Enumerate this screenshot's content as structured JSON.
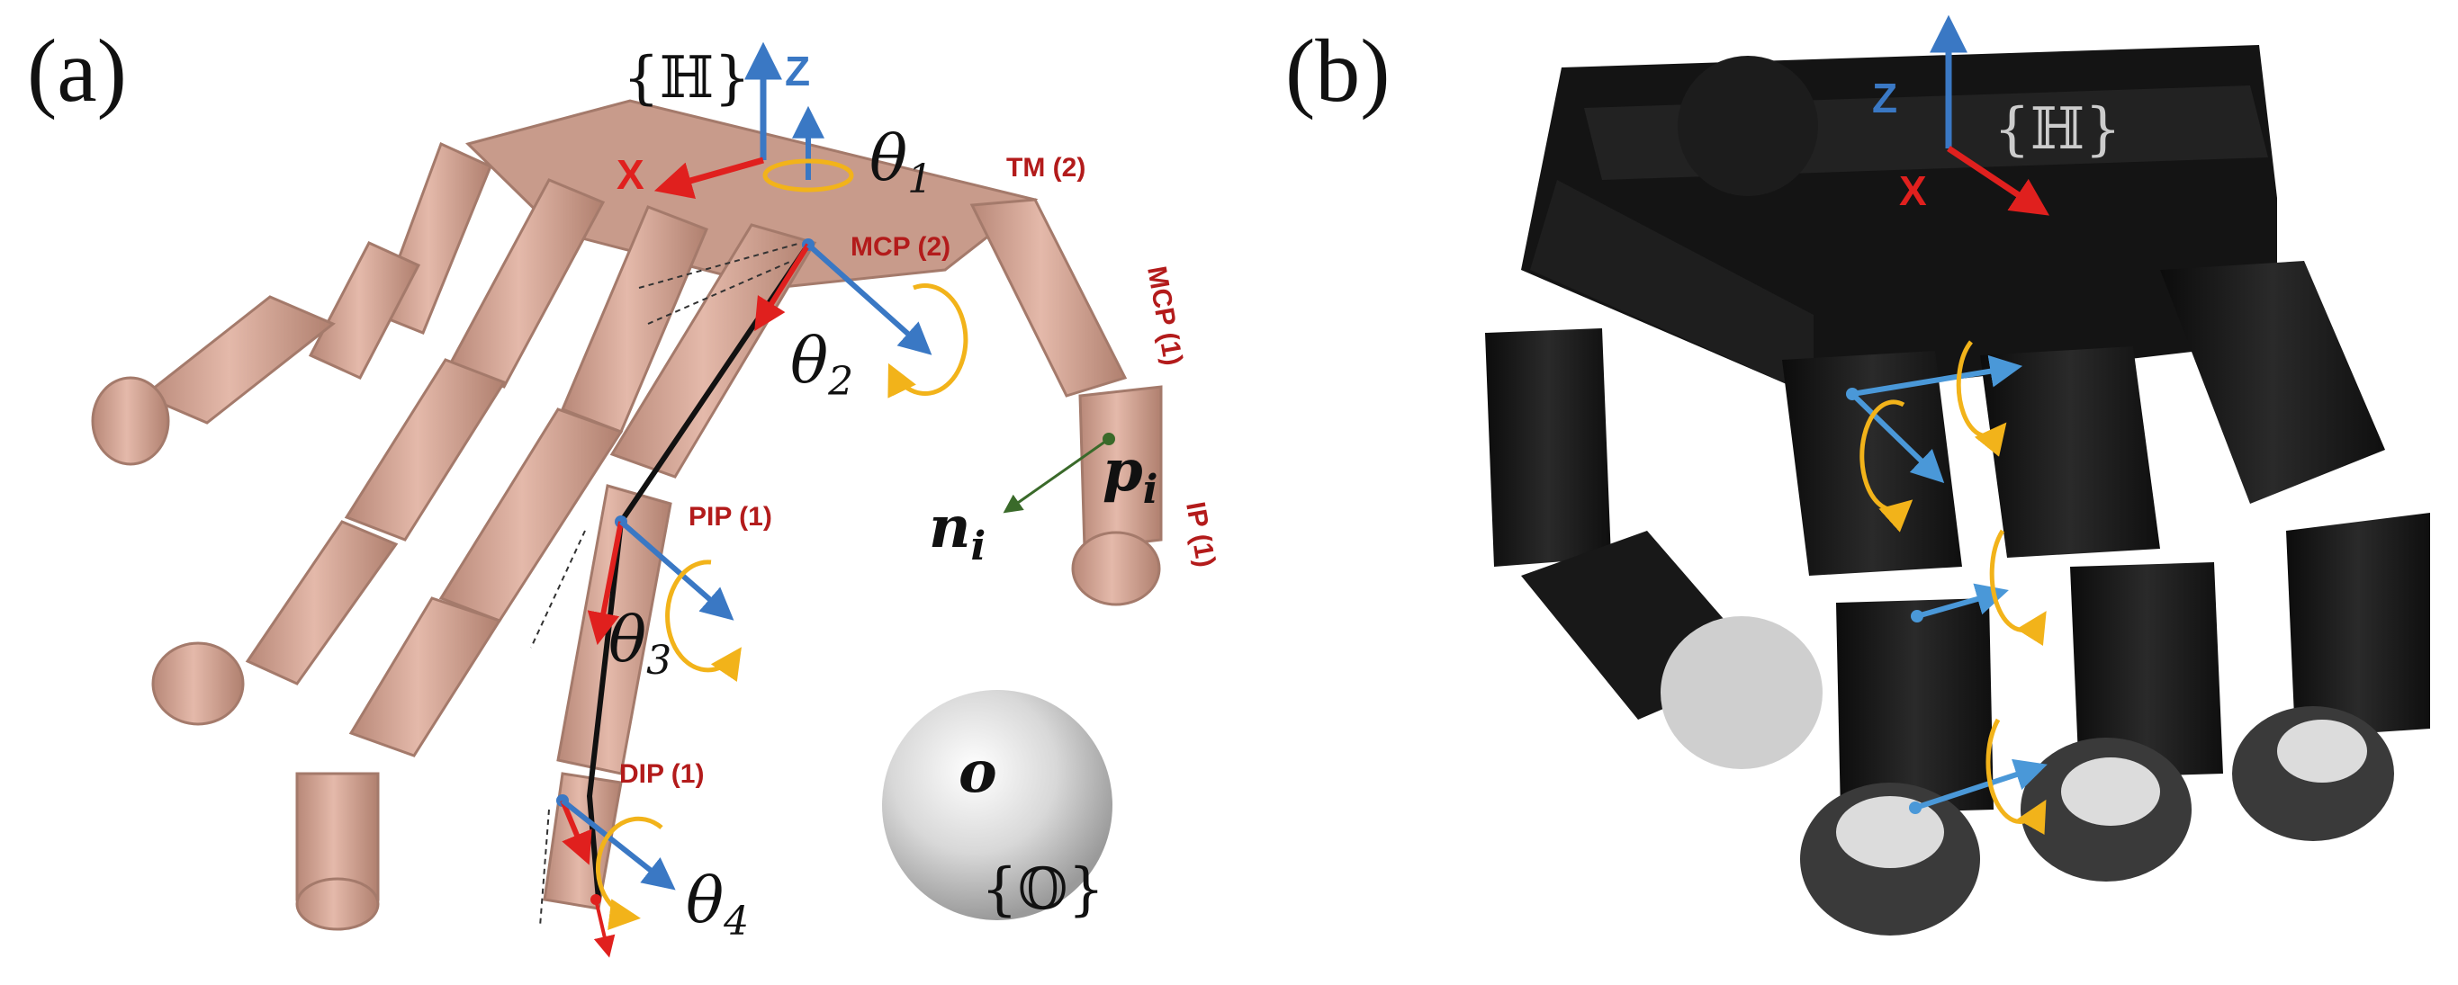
{
  "panels": {
    "a": "(a)",
    "b": "(b)"
  },
  "frames": {
    "hand": "{ℍ}",
    "object": "{𝕆}"
  },
  "axes": {
    "z": "Z",
    "x": "X"
  },
  "angles": {
    "theta1": "θ",
    "theta1_sub": "1",
    "theta2": "θ",
    "theta2_sub": "2",
    "theta3": "θ",
    "theta3_sub": "3",
    "theta4": "θ",
    "theta4_sub": "4"
  },
  "joints": {
    "tm": "TM (2)",
    "mcp_index": "MCP (2)",
    "mcp_thumb": "MCP (1)",
    "pip": "PIP (1)",
    "dip": "DIP (1)",
    "ip": "IP (1)"
  },
  "vectors": {
    "p": "p",
    "p_sub": "i",
    "n": "n",
    "n_sub": "i",
    "o": "o"
  },
  "colors": {
    "skin": "#d2a696",
    "skin_dark": "#a87a6c",
    "robot": "#151515",
    "red": "#e0201e",
    "blue": "#3a78c4",
    "lightblue": "#4a98d8",
    "yellow": "#f2b31a",
    "label_red": "#b31b1b",
    "green": "#3a6a2a"
  }
}
